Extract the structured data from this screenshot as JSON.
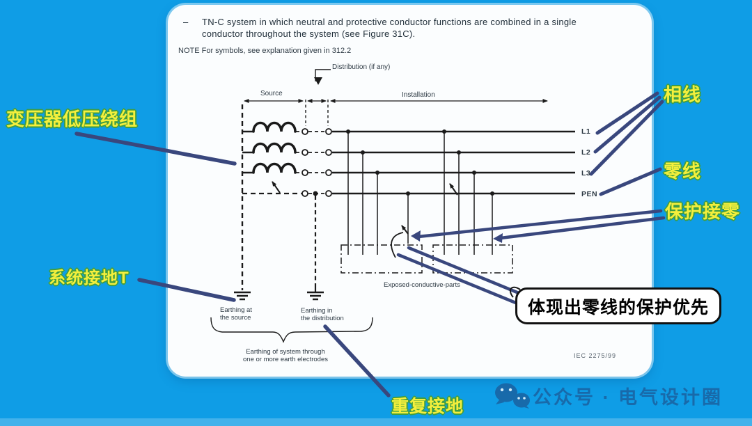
{
  "heading": {
    "bullet": "–",
    "line1": "TN-C system in which neutral and protective conductor functions are combined in a single",
    "line2": "conductor throughout the system (see Figure 31C).",
    "note": "NOTE  For symbols, see explanation given in 312.2"
  },
  "diagram": {
    "distribution_label": "Distribution (if any)",
    "source_label": "Source",
    "installation_label": "Installation",
    "conductors": [
      "L1",
      "L2",
      "L3",
      "PEN"
    ],
    "exposed_parts_label": "Exposed-conductive-parts",
    "earthing_at_source": "Earthing at\nthe source",
    "earthing_in_distribution": "Earthing in\nthe distribution",
    "earthing_system": "Earthing of system through\none or more earth electrodes",
    "figure_ref": "IEC  2275/99"
  },
  "annotations": {
    "transformer_winding": "变压器低压绕组",
    "system_earthing": "系统接地T",
    "phase_wires": "相线",
    "neutral_wire": "零线",
    "protective_neutral": "保护接零",
    "repeated_earthing": "重复接地",
    "callout": "体现出零线的保护优先"
  },
  "watermark": {
    "text": "公众号 · 电气设计圈",
    "icon": "wechat-icon"
  },
  "colors": {
    "background": "#0f9de6",
    "panel": "#fbfdfe",
    "label_fill": "#f4ef3c",
    "label_outline": "#3f9d42",
    "leader": "#39477d",
    "schematic": "#1a1a1a",
    "watermark": "#1b5f9e"
  }
}
